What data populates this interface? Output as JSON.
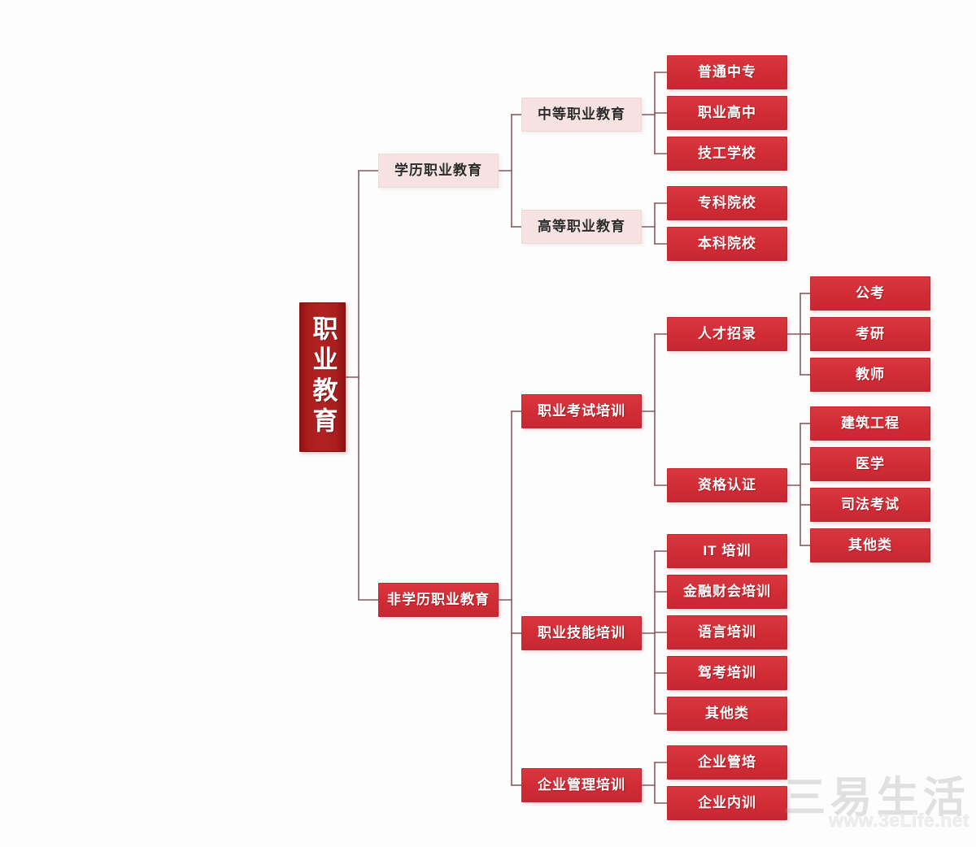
{
  "diagram": {
    "type": "tree",
    "orientation": "left-to-right",
    "title": "职业教育",
    "colors": {
      "root_red": "#a81d1d",
      "node_red": "#d12c36",
      "node_pink": "#f6e3e1",
      "connector": "#8a5a60",
      "text_light": "#ffffff",
      "text_dark": "#2d2a2c",
      "background": "#fdfdfd"
    },
    "nodes": {
      "root": {
        "label": "职业教育",
        "style": "root"
      },
      "l1": [
        {
          "id": "xueli",
          "label": "学历职业教育",
          "style": "pink"
        },
        {
          "id": "feixueli",
          "label": "非学历职业教育",
          "style": "red"
        }
      ],
      "l2": [
        {
          "id": "zhongdeng",
          "label": "中等职业教育",
          "style": "pink",
          "parent": "xueli"
        },
        {
          "id": "gaodeng",
          "label": "高等职业教育",
          "style": "pink",
          "parent": "xueli"
        },
        {
          "id": "kaoshi",
          "label": "职业考试培训",
          "style": "red",
          "parent": "feixueli"
        },
        {
          "id": "jineng",
          "label": "职业技能培训",
          "style": "red",
          "parent": "feixueli"
        },
        {
          "id": "qiye",
          "label": "企业管理培训",
          "style": "red",
          "parent": "feixueli"
        }
      ],
      "l3": [
        {
          "id": "rencai",
          "label": "人才招录",
          "style": "red",
          "parent": "kaoshi"
        },
        {
          "id": "zige",
          "label": "资格认证",
          "style": "red",
          "parent": "kaoshi"
        }
      ],
      "leaves": [
        {
          "id": "leaf1",
          "label": "普通中专",
          "parent": "zhongdeng"
        },
        {
          "id": "leaf2",
          "label": "职业高中",
          "parent": "zhongdeng"
        },
        {
          "id": "leaf3",
          "label": "技工学校",
          "parent": "zhongdeng"
        },
        {
          "id": "leaf4",
          "label": "专科院校",
          "parent": "gaodeng"
        },
        {
          "id": "leaf5",
          "label": "本科院校",
          "parent": "gaodeng"
        },
        {
          "id": "leaf6",
          "label": "公考",
          "parent": "rencai"
        },
        {
          "id": "leaf7",
          "label": "考研",
          "parent": "rencai"
        },
        {
          "id": "leaf8",
          "label": "教师",
          "parent": "rencai"
        },
        {
          "id": "leaf9",
          "label": "建筑工程",
          "parent": "zige"
        },
        {
          "id": "leaf10",
          "label": "医学",
          "parent": "zige"
        },
        {
          "id": "leaf11",
          "label": "司法考试",
          "parent": "zige"
        },
        {
          "id": "leaf12",
          "label": "其他类",
          "parent": "zige"
        },
        {
          "id": "leaf13",
          "label": "IT 培训",
          "parent": "jineng"
        },
        {
          "id": "leaf14",
          "label": "金融财会培训",
          "parent": "jineng"
        },
        {
          "id": "leaf15",
          "label": "语言培训",
          "parent": "jineng"
        },
        {
          "id": "leaf16",
          "label": "驾考培训",
          "parent": "jineng"
        },
        {
          "id": "leaf17",
          "label": "其他类",
          "parent": "jineng"
        },
        {
          "id": "leaf18",
          "label": "企业管培",
          "parent": "qiye"
        },
        {
          "id": "leaf19",
          "label": "企业内训",
          "parent": "qiye"
        }
      ]
    }
  },
  "watermark": {
    "brand": "三易生活",
    "url": "www.3eLife.net"
  }
}
